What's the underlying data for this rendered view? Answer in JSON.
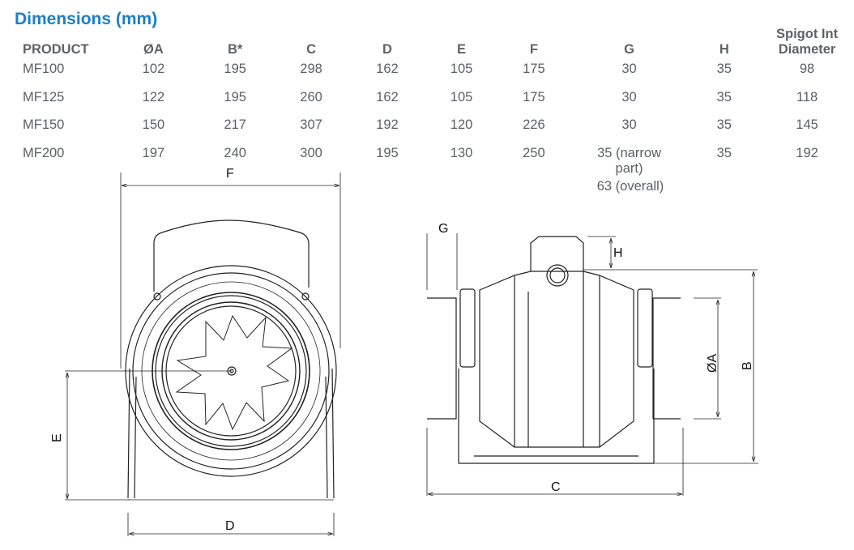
{
  "title": "Dimensions (mm)",
  "table": {
    "headers": [
      "PRODUCT",
      "ØA",
      "B*",
      "C",
      "D",
      "E",
      "F",
      "G",
      "H",
      "Spigot Int Diameter"
    ],
    "header_line1": "Spigot Int",
    "header_line2": "Diameter",
    "rows": [
      [
        "MF100",
        "102",
        "195",
        "298",
        "162",
        "105",
        "175",
        "30",
        "35",
        "98"
      ],
      [
        "MF125",
        "122",
        "195",
        "260",
        "162",
        "105",
        "175",
        "30",
        "35",
        "118"
      ],
      [
        "MF150",
        "150",
        "217",
        "307",
        "192",
        "120",
        "226",
        "30",
        "35",
        "145"
      ],
      [
        "MF200",
        "197",
        "240",
        "300",
        "195",
        "130",
        "250",
        "35 (narrow part)",
        "35",
        "192"
      ]
    ],
    "extra_note": "63 (overall)"
  },
  "drawing_front": {
    "labels": {
      "width_top": "F",
      "height_left": "E",
      "width_bottom": "D"
    }
  },
  "drawing_side": {
    "labels": {
      "spigot_len": "G",
      "box_height": "H",
      "diameter": "ØA",
      "total_height": "B",
      "length": "C"
    }
  },
  "colors": {
    "title": "#1d7fc1",
    "text": "#5c6066",
    "line": "#222222"
  }
}
